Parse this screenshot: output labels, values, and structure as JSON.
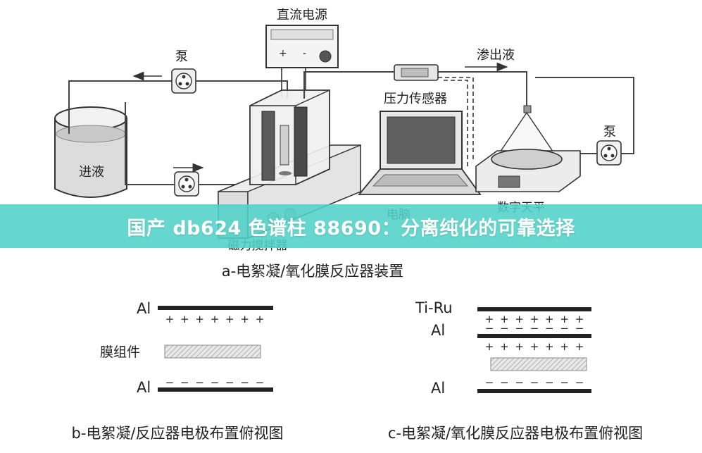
{
  "diagram_a": {
    "labels": {
      "power_supply": "直流电源",
      "power_plus": "+",
      "power_minus": "-",
      "pump_left": "泵",
      "pump_right": "泵",
      "permeate": "渗出液",
      "pressure_sensor": "压力传感器",
      "feed": "进液",
      "computer": "电脑",
      "balance": "数字天平",
      "stirrer": "磁力搅拌器"
    },
    "caption": "a-电絮凝/氧化膜反应器装置"
  },
  "diagram_b": {
    "top_electrode": "Al",
    "middle_label": "膜组件",
    "bottom_electrode": "Al",
    "top_signs": "+ + + + + + +",
    "bottom_signs": "− − − − − − −",
    "caption": "b-电絮凝/反应器电极布置俯视图"
  },
  "diagram_c": {
    "top_electrode": "Ti-Ru",
    "second_electrode": "Al",
    "bottom_electrode": "Al",
    "signs_row1": "+ + + + + + +",
    "signs_row2": "− − − − − − −",
    "signs_row3": "+ + + + + + +",
    "signs_row4": "− − − − − − −",
    "caption": "c-电絮凝/氧化膜反应器电极布置俯视图"
  },
  "banner": {
    "title": "国产 db624 色谱柱 88690：分离纯化的可靠选择"
  }
}
